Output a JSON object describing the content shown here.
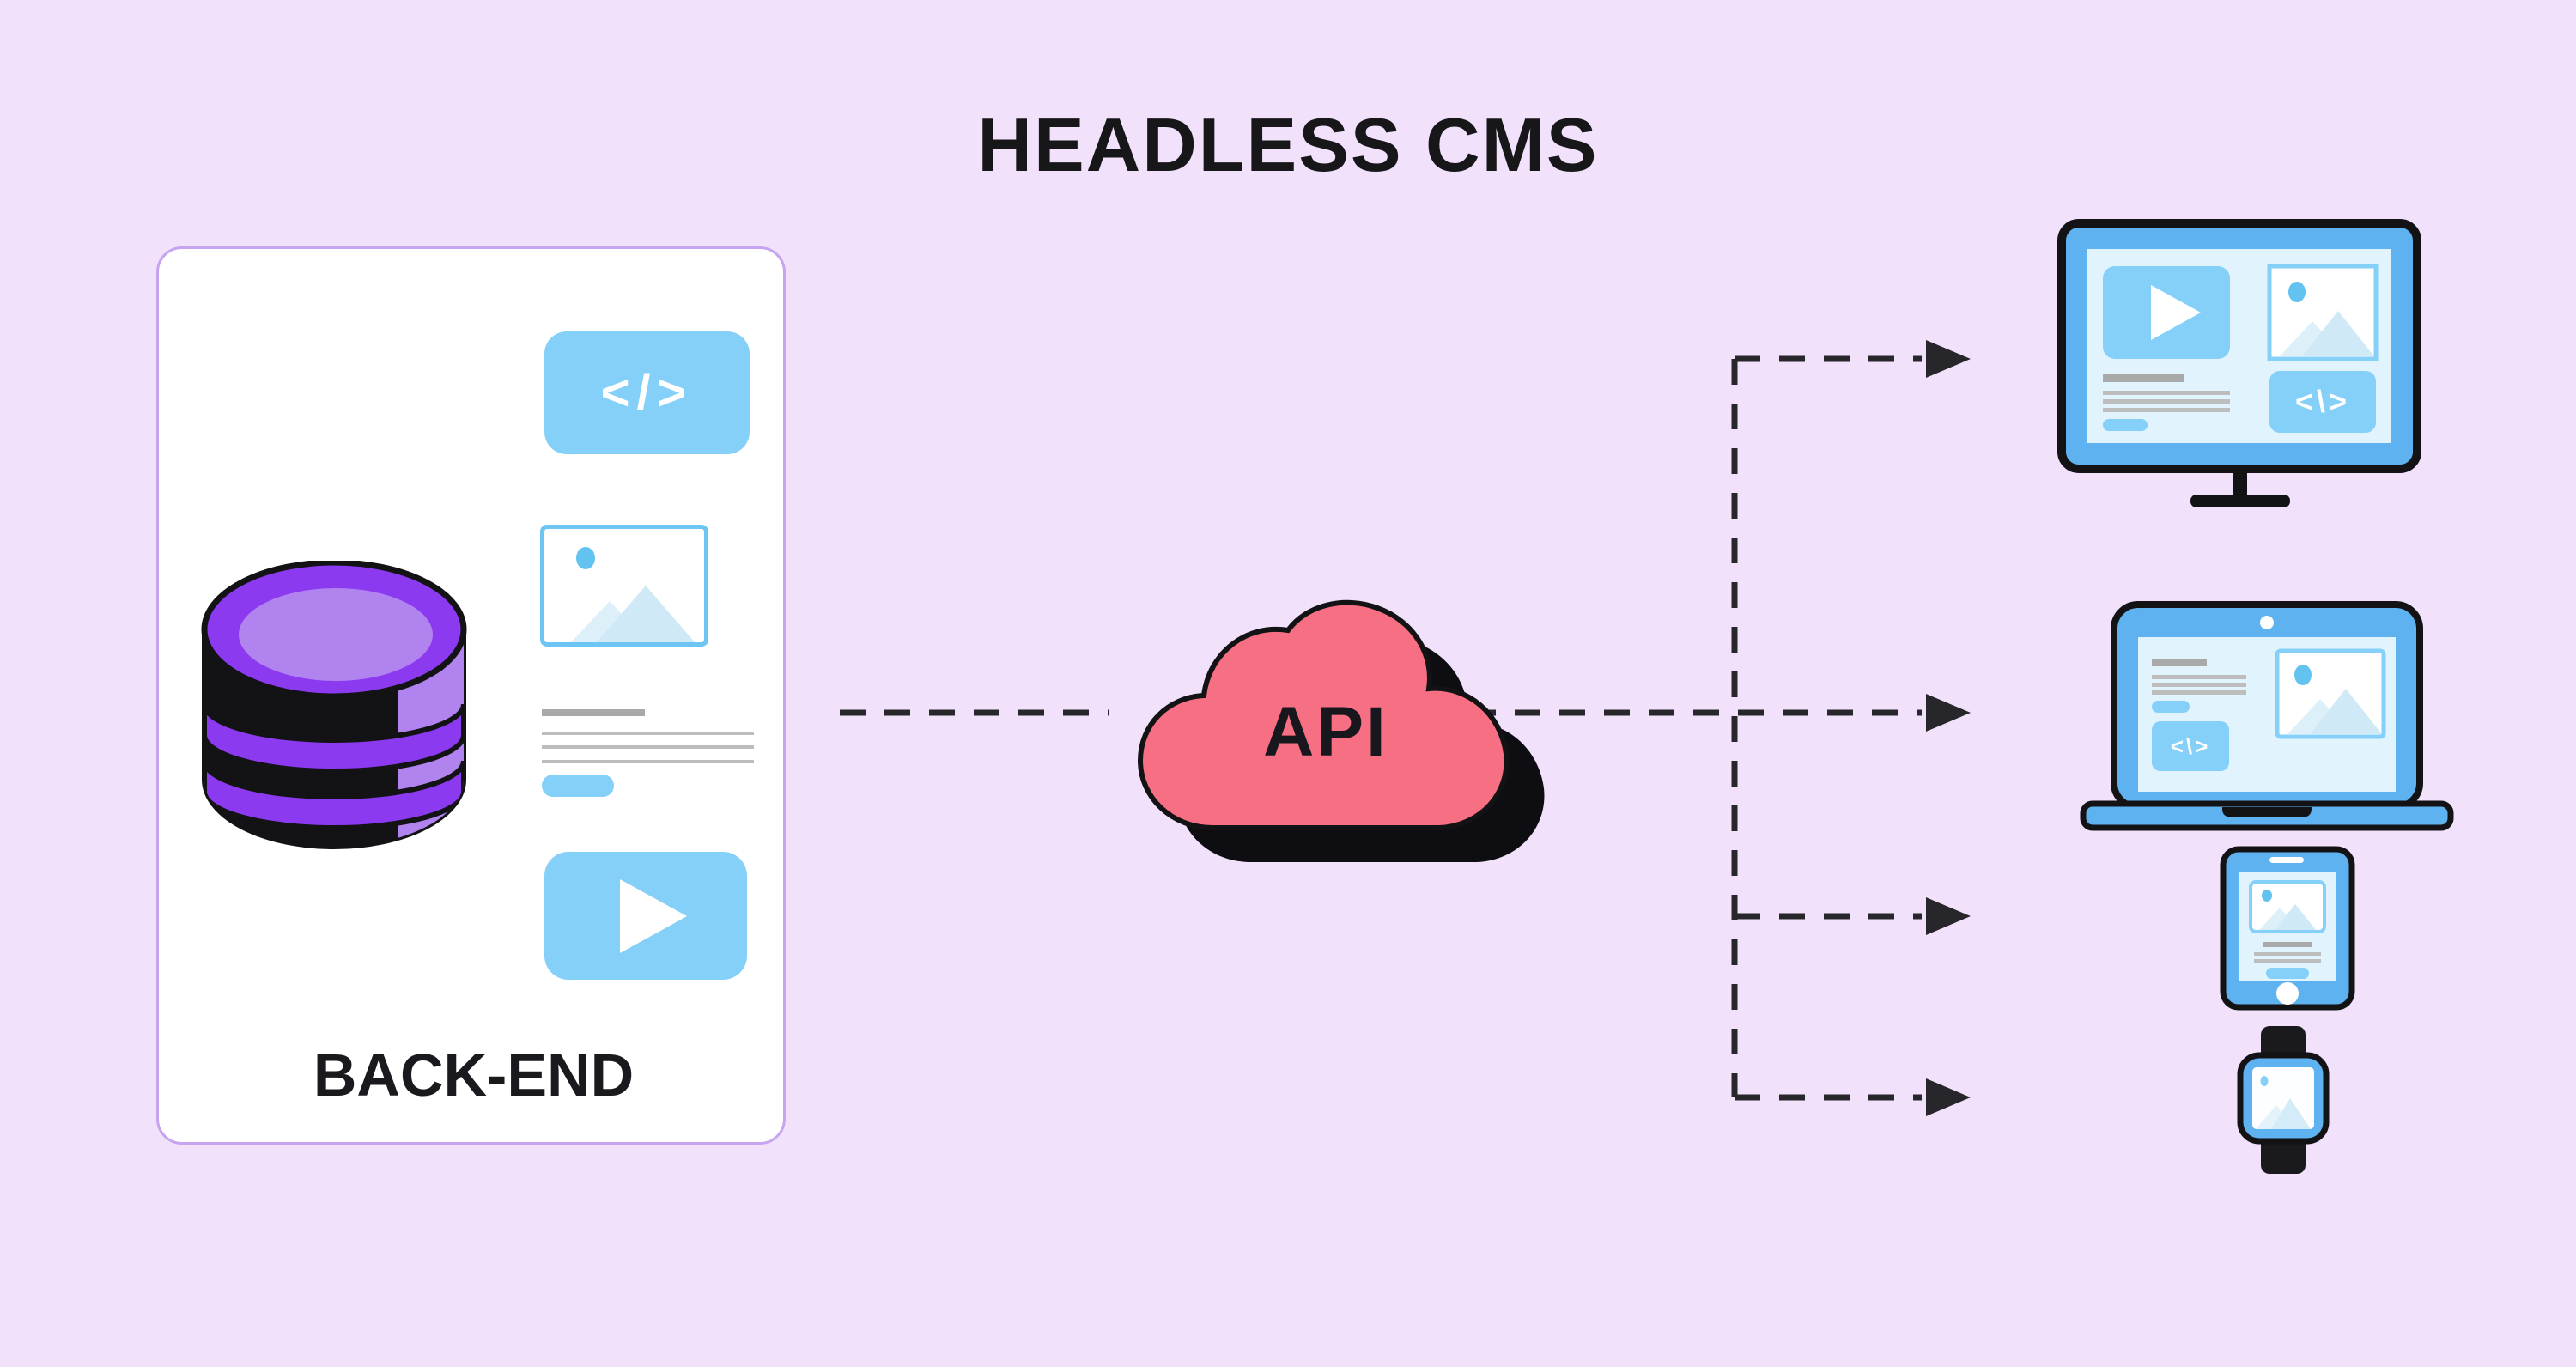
{
  "title": "HEADLESS CMS",
  "colors": {
    "background": "#F1E1FA",
    "card_background": "#FFFFFF",
    "card_border": "#C7A4EF",
    "accent_blue_light": "#85D0F8",
    "accent_blue_device": "#5FB2F0",
    "screen_pale_blue": "#E1F3FC",
    "mountain_pale": "#D4EBF8",
    "sun_blue": "#63C3F0",
    "cloud_pink": "#F66F82",
    "database_purple": "#8B3AF0",
    "database_purple_light": "#B183EE",
    "ink_black": "#131316",
    "heading_line_gray": "#A9A9A9",
    "thin_line_gray": "#BDBDBD",
    "arrow_color": "#26262B"
  },
  "backend_card": {
    "label": "BACK-END",
    "code_glyph": "</>",
    "icons": [
      "database-icon",
      "code-block-icon",
      "image-placeholder-icon",
      "text-lines",
      "button-pill",
      "video-player-icon"
    ]
  },
  "api_cloud": {
    "label": "API"
  },
  "connections": {
    "style": "dashed-arrows",
    "from": "BACK-END",
    "hub": "API",
    "targets": [
      "desktop-monitor",
      "laptop",
      "smartphone",
      "smartwatch"
    ]
  },
  "devices": {
    "monitor": {
      "name": "desktop-monitor",
      "code_glyph": "<\\>"
    },
    "laptop": {
      "name": "laptop",
      "code_glyph": "<\\>"
    },
    "smartphone": {
      "name": "smartphone"
    },
    "smartwatch": {
      "name": "smartwatch"
    }
  }
}
